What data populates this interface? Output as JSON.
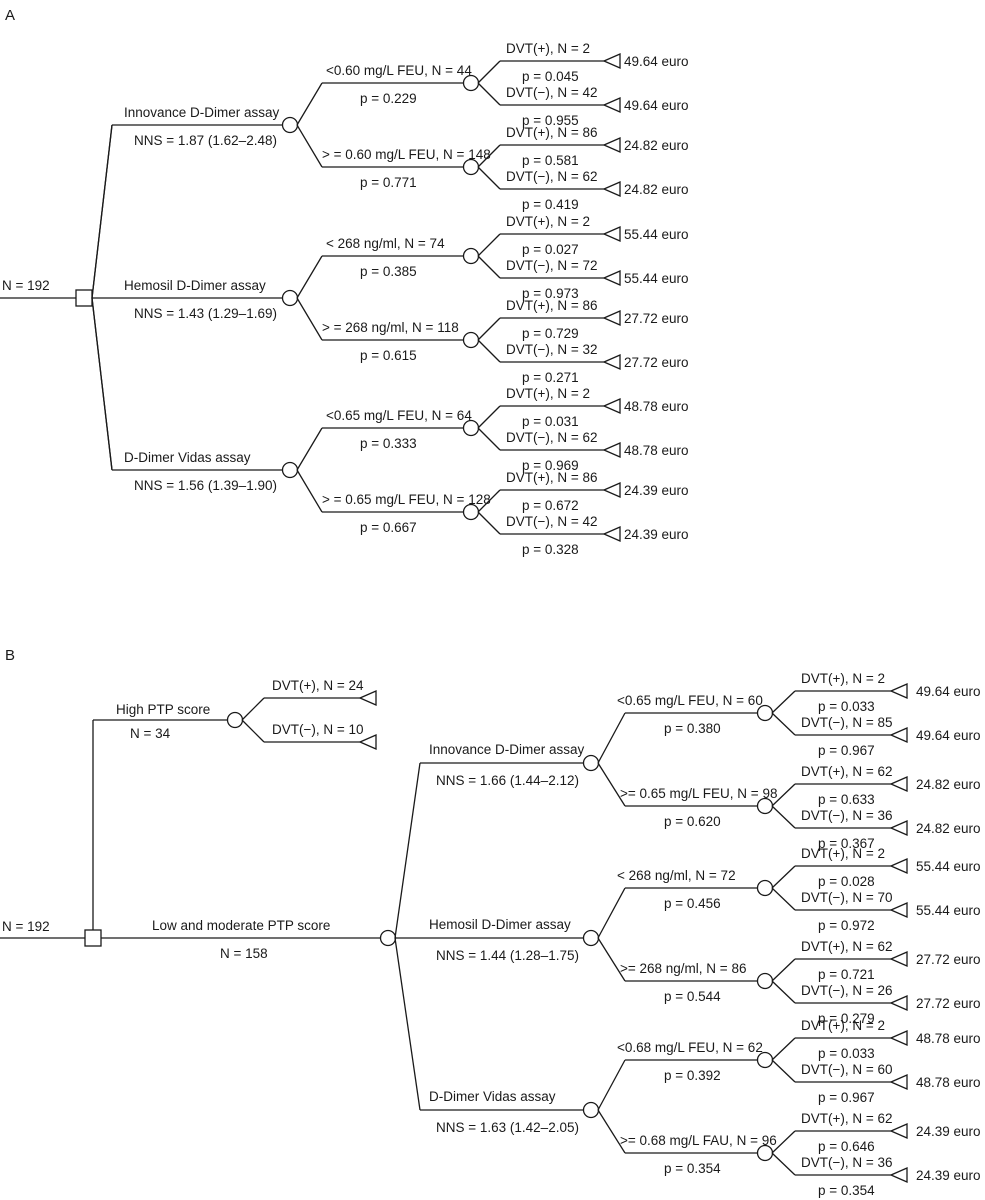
{
  "panel_a": {
    "label": "A",
    "root": "N = 192",
    "assays": [
      {
        "name": "Innovance D-Dimer assay",
        "nns": "NNS = 1.87 (1.62–2.48)",
        "branches": [
          {
            "label": "<0.60 mg/L FEU, N = 44",
            "p": "p = 0.229",
            "outcomes": [
              {
                "label": "DVT(+), N = 2",
                "p": "p = 0.045",
                "cost": "49.64 euro"
              },
              {
                "label": "DVT(−), N = 42",
                "p": "p = 0.955",
                "cost": "49.64 euro"
              }
            ]
          },
          {
            "label": "> = 0.60 mg/L FEU, N = 148",
            "p": "p = 0.771",
            "outcomes": [
              {
                "label": "DVT(+), N = 86",
                "p": "p = 0.581",
                "cost": "24.82 euro"
              },
              {
                "label": "DVT(−), N = 62",
                "p": "p = 0.419",
                "cost": "24.82 euro"
              }
            ]
          }
        ]
      },
      {
        "name": "Hemosil D-Dimer assay",
        "nns": "NNS = 1.43 (1.29–1.69)",
        "branches": [
          {
            "label": "< 268 ng/ml, N = 74",
            "p": "p = 0.385",
            "outcomes": [
              {
                "label": "DVT(+), N = 2",
                "p": "p = 0.027",
                "cost": "55.44 euro"
              },
              {
                "label": "DVT(−), N = 72",
                "p": "p = 0.973",
                "cost": "55.44 euro"
              }
            ]
          },
          {
            "label": "> = 268 ng/ml, N = 118",
            "p": "p = 0.615",
            "outcomes": [
              {
                "label": "DVT(+), N = 86",
                "p": "p = 0.729",
                "cost": "27.72 euro"
              },
              {
                "label": "DVT(−), N = 32",
                "p": "p = 0.271",
                "cost": "27.72 euro"
              }
            ]
          }
        ]
      },
      {
        "name": "D-Dimer Vidas assay",
        "nns": "NNS = 1.56 (1.39–1.90)",
        "branches": [
          {
            "label": "<0.65 mg/L FEU, N = 64",
            "p": "p = 0.333",
            "outcomes": [
              {
                "label": "DVT(+), N = 2",
                "p": "p = 0.031",
                "cost": "48.78 euro"
              },
              {
                "label": "DVT(−), N = 62",
                "p": "p = 0.969",
                "cost": "48.78 euro"
              }
            ]
          },
          {
            "label": "> = 0.65 mg/L FEU, N = 128",
            "p": "p = 0.667",
            "outcomes": [
              {
                "label": "DVT(+), N = 86",
                "p": "p = 0.672",
                "cost": "24.39 euro"
              },
              {
                "label": "DVT(−), N = 42",
                "p": "p = 0.328",
                "cost": "24.39 euro"
              }
            ]
          }
        ]
      }
    ]
  },
  "panel_b": {
    "label": "B",
    "root": "N = 192",
    "high": {
      "name": "High PTP score",
      "n": "N = 34",
      "outcomes": [
        {
          "label": "DVT(+), N = 24"
        },
        {
          "label": "DVT(−), N = 10"
        }
      ]
    },
    "low": {
      "name": "Low and moderate PTP score",
      "n": "N = 158"
    },
    "assays": [
      {
        "name": "Innovance D-Dimer assay",
        "nns": "NNS = 1.66 (1.44–2.12)",
        "branches": [
          {
            "label": "<0.65 mg/L FEU, N = 60",
            "p": "p = 0.380",
            "outcomes": [
              {
                "label": "DVT(+), N = 2",
                "p": "p = 0.033",
                "cost": "49.64 euro"
              },
              {
                "label": "DVT(−), N = 85",
                "p": "p = 0.967",
                "cost": "49.64 euro"
              }
            ]
          },
          {
            "label": ">= 0.65 mg/L FEU, N = 98",
            "p": "p = 0.620",
            "outcomes": [
              {
                "label": "DVT(+), N = 62",
                "p": "p = 0.633",
                "cost": "24.82 euro"
              },
              {
                "label": "DVT(−), N = 36",
                "p": "p = 0.367",
                "cost": "24.82 euro"
              }
            ]
          }
        ]
      },
      {
        "name": "Hemosil D-Dimer assay",
        "nns": "NNS = 1.44 (1.28–1.75)",
        "branches": [
          {
            "label": "< 268 ng/ml, N = 72",
            "p": "p = 0.456",
            "outcomes": [
              {
                "label": "DVT(+), N = 2",
                "p": "p = 0.028",
                "cost": "55.44 euro"
              },
              {
                "label": "DVT(−), N = 70",
                "p": "p = 0.972",
                "cost": "55.44 euro"
              }
            ]
          },
          {
            "label": ">= 268 ng/ml, N = 86",
            "p": "p = 0.544",
            "outcomes": [
              {
                "label": "DVT(+), N = 62",
                "p": "p = 0.721",
                "cost": "27.72 euro"
              },
              {
                "label": "DVT(−), N = 26",
                "p": "p = 0.279",
                "cost": "27.72 euro"
              }
            ]
          }
        ]
      },
      {
        "name": "D-Dimer Vidas assay",
        "nns": "NNS = 1.63 (1.42–2.05)",
        "branches": [
          {
            "label": "<0.68 mg/L FEU, N = 62",
            "p": "p = 0.392",
            "outcomes": [
              {
                "label": "DVT(+), N = 2",
                "p": "p = 0.033",
                "cost": "48.78 euro"
              },
              {
                "label": "DVT(−), N = 60",
                "p": "p = 0.967",
                "cost": "48.78 euro"
              }
            ]
          },
          {
            "label": ">= 0.68 mg/L FAU, N = 96",
            "p": "p = 0.354",
            "outcomes": [
              {
                "label": "DVT(+), N = 62",
                "p": "p = 0.646",
                "cost": "24.39 euro"
              },
              {
                "label": "DVT(−), N = 36",
                "p": "p = 0.354",
                "cost": "24.39 euro"
              }
            ]
          }
        ]
      }
    ]
  }
}
